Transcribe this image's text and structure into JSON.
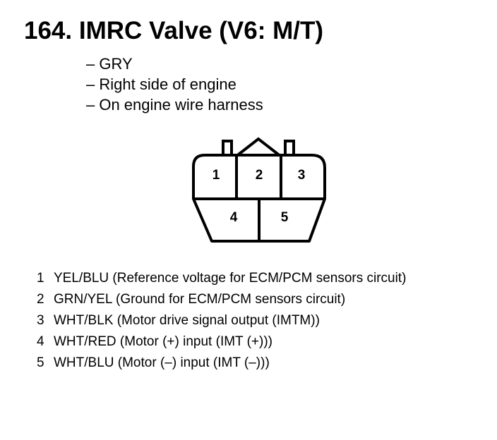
{
  "title": "164. IMRC Valve (V6: M/T)",
  "notes": [
    "– GRY",
    "– Right side of engine",
    "– On engine wire harness"
  ],
  "connector": {
    "cavities": [
      "1",
      "2",
      "3",
      "4",
      "5"
    ]
  },
  "pins": [
    {
      "num": "1",
      "desc": "YEL/BLU (Reference voltage for ECM/PCM sensors circuit)"
    },
    {
      "num": "2",
      "desc": "GRN/YEL (Ground for ECM/PCM sensors circuit)"
    },
    {
      "num": "3",
      "desc": "WHT/BLK (Motor drive signal output (IMTM))"
    },
    {
      "num": "4",
      "desc": "WHT/RED (Motor (+) input (IMT (+)))"
    },
    {
      "num": "5",
      "desc": "WHT/BLU (Motor (–) input (IMT (–)))"
    }
  ]
}
